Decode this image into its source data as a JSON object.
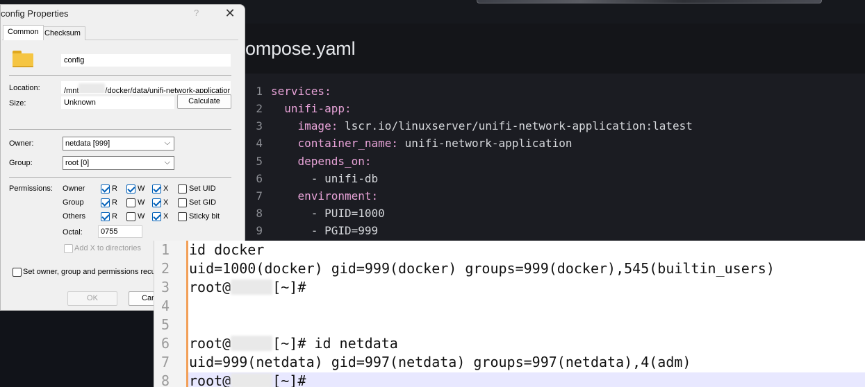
{
  "editor": {
    "file_title": "ompose.yaml",
    "lines": [
      {
        "n": "1",
        "indent": "",
        "key": "services:",
        "value": ""
      },
      {
        "n": "2",
        "indent": "  ",
        "key": "unifi-app:",
        "value": ""
      },
      {
        "n": "3",
        "indent": "    ",
        "key": "image:",
        "value": " lscr.io/linuxserver/unifi-network-application:latest"
      },
      {
        "n": "4",
        "indent": "    ",
        "key": "container_name:",
        "value": " unifi-network-application"
      },
      {
        "n": "5",
        "indent": "    ",
        "key": "depends_on:",
        "value": ""
      },
      {
        "n": "6",
        "indent": "      ",
        "key": "",
        "value": "- unifi-db"
      },
      {
        "n": "7",
        "indent": "    ",
        "key": "environment:",
        "value": ""
      },
      {
        "n": "8",
        "indent": "      ",
        "key": "",
        "value": "- PUID=1000"
      },
      {
        "n": "9",
        "indent": "      ",
        "key": "",
        "value": "- PGID=999"
      }
    ]
  },
  "dialog": {
    "title": "config Properties",
    "help": "?",
    "close": "✕",
    "tabs": [
      "Common",
      "Checksum"
    ],
    "name_value": "config",
    "location_label": "Location:",
    "location_prefix": "/mnt",
    "location_suffix": "/docker/data/unifi-network-applicatior",
    "size_label": "Size:",
    "size_value": "Unknown",
    "calculate": "Calculate",
    "owner_label": "Owner:",
    "owner_value": "netdata [999]",
    "group_label": "Group:",
    "group_value": "root [0]",
    "permissions_label": "Permissions:",
    "perm_rows": [
      "Owner",
      "Group",
      "Others"
    ],
    "perm_r": "R",
    "perm_w": "W",
    "perm_x": "X",
    "set_uid": "Set UID",
    "set_gid": "Set GID",
    "sticky": "Sticky bit",
    "octal_label": "Octal:",
    "octal_value": "0755",
    "add_x": "Add X to directories",
    "recursive": "Set owner, group and permissions recur",
    "ok": "OK",
    "cancel": "Can"
  },
  "notepad": {
    "lines": [
      {
        "n": "1",
        "text": "id docker"
      },
      {
        "n": "2",
        "text": "uid=1000(docker) gid=999(docker) groups=999(docker),545(builtin_users)"
      },
      {
        "n": "3",
        "pre": "root@",
        "post": "[~]#"
      },
      {
        "n": "4",
        "text": ""
      },
      {
        "n": "5",
        "text": ""
      },
      {
        "n": "6",
        "pre": "root@",
        "post": "[~]# id netdata"
      },
      {
        "n": "7",
        "text": "uid=999(netdata) gid=997(netdata) groups=997(netdata),4(adm)"
      },
      {
        "n": "8",
        "pre": "root@",
        "post": "[~]#"
      }
    ]
  }
}
